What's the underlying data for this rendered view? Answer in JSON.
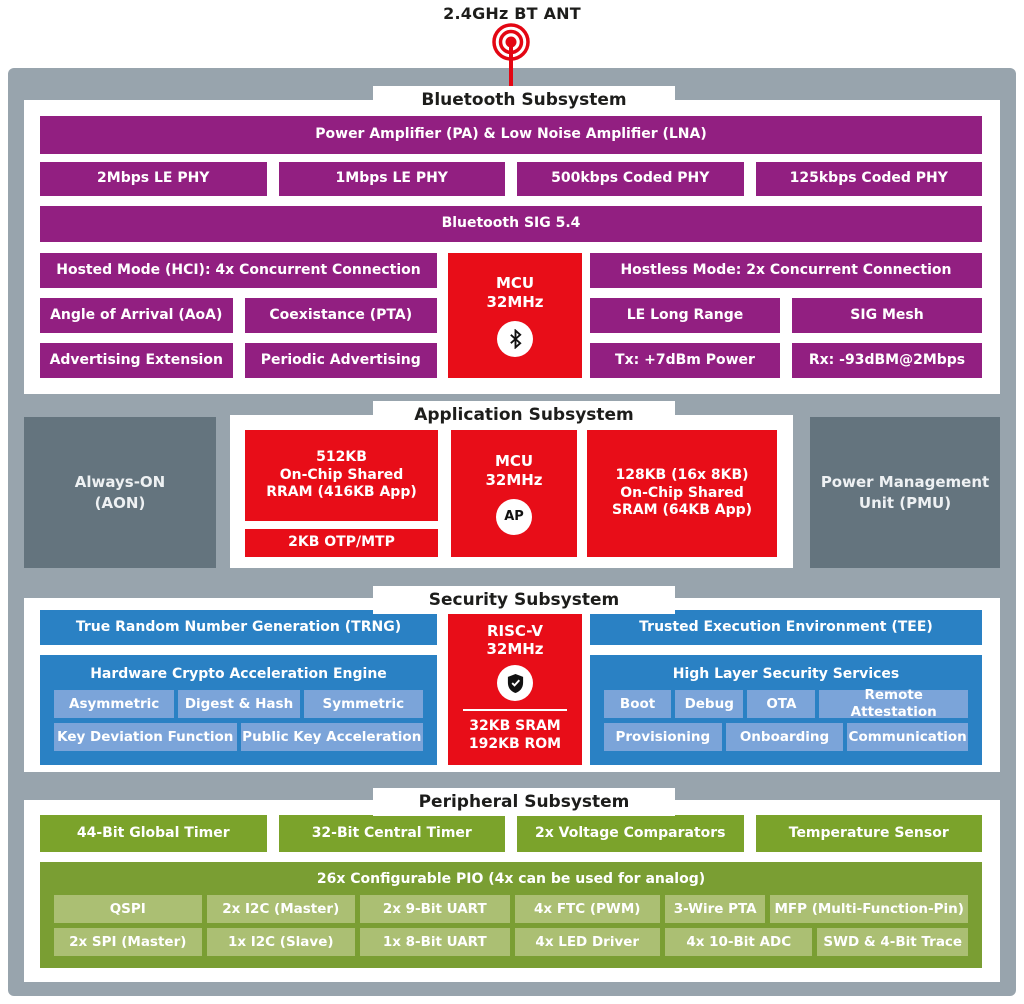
{
  "page": {
    "antenna_label": "2.4GHz BT ANT"
  },
  "colors": {
    "frame-gray": "#98a4ad",
    "slate": "#64747e",
    "purple": "#921f81",
    "red": "#e80d18",
    "blue": "#2a81c4",
    "light-blue": "#7ba4d9",
    "green": "#7ba32b",
    "green-dark": "#7a9e33",
    "light-green": "#abbf73",
    "antenna-red": "#e30613"
  },
  "bt": {
    "title": "Bluetooth Subsystem",
    "pa": "Power Amplifier (PA) & Low Noise Amplifier (LNA)",
    "phy": [
      "2Mbps LE PHY",
      "1Mbps LE PHY",
      "500kbps Coded PHY",
      "125kbps Coded PHY"
    ],
    "sig": "Bluetooth SIG 5.4",
    "hosted": "Hosted Mode (HCI): 4x Concurrent Connection",
    "left_cells": [
      "Angle of Arrival (AoA)",
      "Coexistance (PTA)",
      "Advertising Extension",
      "Periodic Advertising"
    ],
    "mcu_line1": "MCU",
    "mcu_line2": "32MHz",
    "hostless": "Hostless Mode: 2x Concurrent Connection",
    "right_cells": [
      "LE Long Range",
      "SIG Mesh",
      "Tx: +7dBm Power",
      "Rx: -93dBM@2Mbps"
    ]
  },
  "app": {
    "title": "Application Subsystem",
    "aon": "Always-ON\n(AON)",
    "rram": "512KB\nOn-Chip Shared\nRRAM (416KB App)",
    "otp": "2KB OTP/MTP",
    "mcu_line1": "MCU",
    "mcu_line2": "32MHz",
    "ap_badge": "AP",
    "sram": "128KB (16x 8KB)\nOn-Chip Shared\nSRAM (64KB App)",
    "pmu": "Power Management\nUnit (PMU)"
  },
  "sec": {
    "title": "Security Subsystem",
    "trng": "True Random Number Generation (TRNG)",
    "crypto_title": "Hardware Crypto Acceleration Engine",
    "crypto_row1": [
      "Asymmetric",
      "Digest & Hash",
      "Symmetric"
    ],
    "crypto_row2": [
      "Key Deviation Function",
      "Public Key Acceleration"
    ],
    "riscv_line1": "RISC-V",
    "riscv_line2": "32MHz",
    "riscv_mem": "32KB SRAM\n192KB ROM",
    "tee": "Trusted Execution Environment (TEE)",
    "hls_title": "High Layer Security Services",
    "hls_row1": [
      "Boot",
      "Debug",
      "OTA",
      "Remote Attestation"
    ],
    "hls_row2": [
      "Provisioning",
      "Onboarding",
      "Communication"
    ]
  },
  "per": {
    "title": "Peripheral Subsystem",
    "timers": [
      "44-Bit Global Timer",
      "32-Bit Central Timer",
      "2x Voltage Comparators",
      "Temperature Sensor"
    ],
    "pio_title": "26x Configurable PIO (4x can be used for analog)",
    "pio_row1": [
      "QSPI",
      "2x I2C (Master)",
      "2x 9-Bit UART",
      "4x FTC (PWM)",
      "3-Wire PTA",
      "MFP (Multi-Function-Pin)"
    ],
    "pio_row2": [
      "2x SPI (Master)",
      "1x I2C (Slave)",
      "1x 8-Bit UART",
      "4x LED Driver",
      "4x 10-Bit ADC",
      "SWD & 4-Bit Trace"
    ]
  }
}
